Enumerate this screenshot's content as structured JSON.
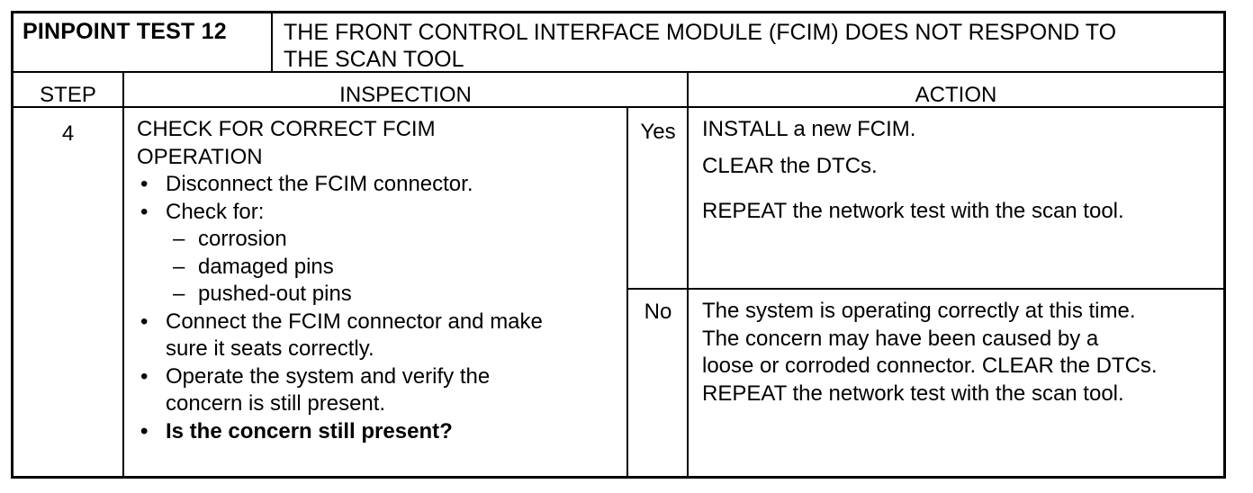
{
  "header": {
    "test_label": "PINPOINT TEST 12",
    "test_title_line1": "THE FRONT CONTROL INTERFACE MODULE (FCIM) DOES NOT RESPOND TO",
    "test_title_line2": "THE SCAN TOOL"
  },
  "columns": {
    "step": "STEP",
    "inspection": "INSPECTION",
    "action": "ACTION"
  },
  "row": {
    "step": "4",
    "inspection": {
      "heading_line1": "CHECK FOR CORRECT FCIM",
      "heading_line2": "OPERATION",
      "bullet1": "Disconnect the FCIM connector.",
      "bullet2": "Check for:",
      "sub1": "corrosion",
      "sub2": "damaged pins",
      "sub3": "pushed-out pins",
      "bullet3_line1": "Connect the FCIM connector and make",
      "bullet3_line2": "sure it seats correctly.",
      "bullet4_line1": "Operate the system and verify the",
      "bullet4_line2": "concern is still present.",
      "question": "Is the concern still present?"
    },
    "yes": {
      "label": "Yes",
      "action1": "INSTALL a new FCIM.",
      "action2": "CLEAR the DTCs.",
      "action3": "REPEAT the network test with the scan tool."
    },
    "no": {
      "label": "No",
      "line1": "The system is operating correctly at this time.",
      "line2": "The concern may have been caused by a",
      "line3": "loose or corroded connector. CLEAR the DTCs.",
      "line4": "REPEAT the network test with the scan tool."
    }
  }
}
